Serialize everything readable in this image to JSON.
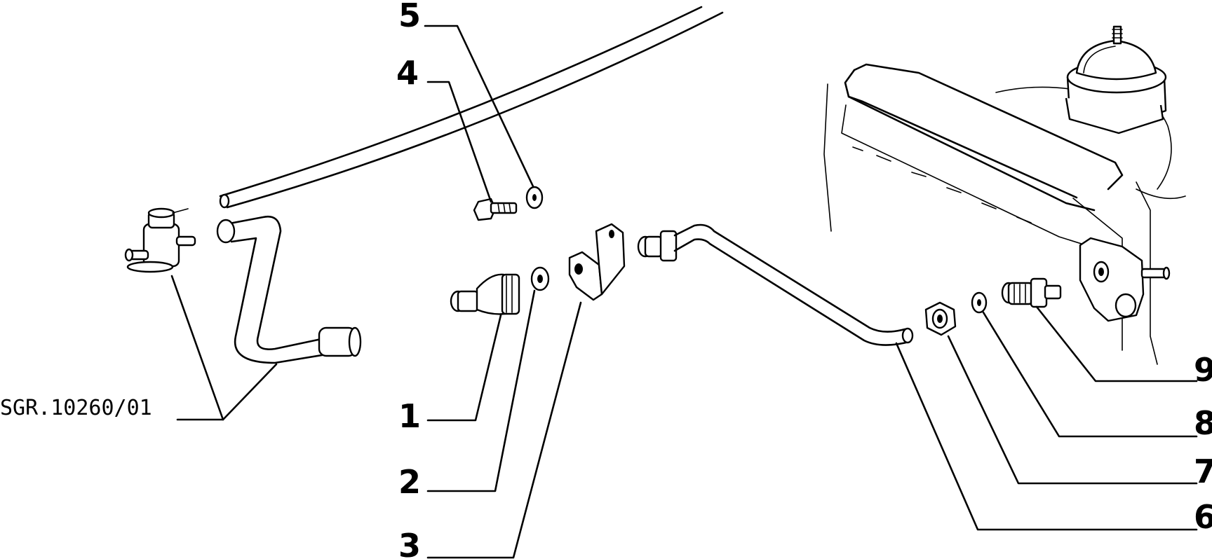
{
  "callouts": {
    "c1": "1",
    "c2": "2",
    "c3": "3",
    "c4": "4",
    "c5": "5",
    "c6": "6",
    "c7": "7",
    "c8": "8",
    "c9": "9"
  },
  "reference": "SGR.10260/01"
}
